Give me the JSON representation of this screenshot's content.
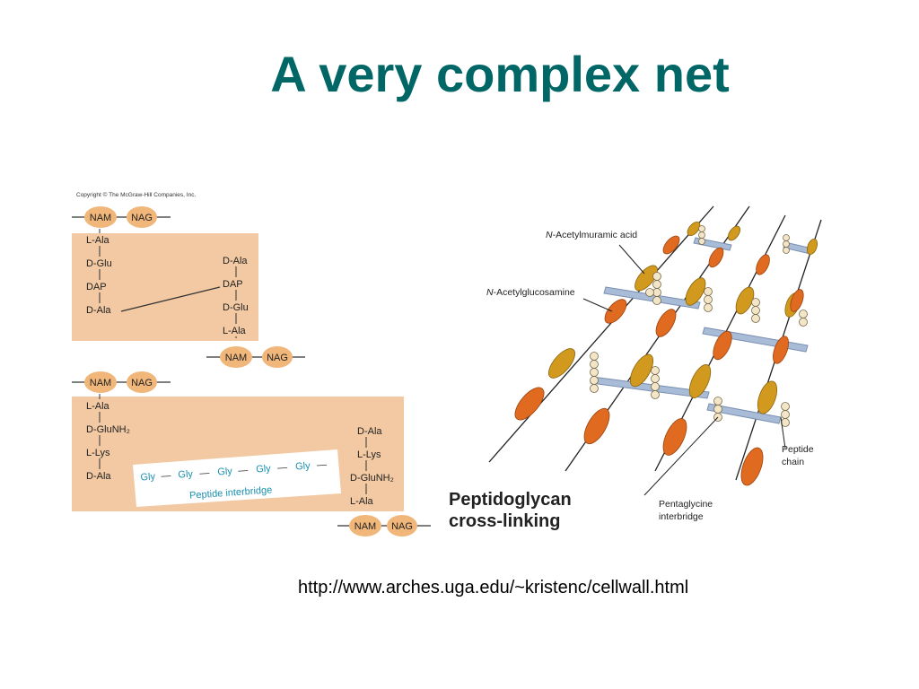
{
  "title": "A very complex net",
  "source_url": "http://www.arches.uga.edu/~kristenc/cellwall.html",
  "colors": {
    "title": "#006666",
    "panel": "#f2c9a2",
    "nam_nag": "#f0b67a",
    "interbridge": "#1a8fb0",
    "nam_oval": "#d19a1e",
    "nag_oval": "#e06a1f",
    "peptide_bar": "#a8bcd8"
  },
  "left_figure": {
    "copyright": "Copyright © The McGraw-Hill Companies, Inc.",
    "top": {
      "nam": "NAM",
      "nag": "NAG",
      "left_chain": [
        "L-Ala",
        "D-Glu",
        "DAP",
        "D-Ala"
      ],
      "right_chain": [
        "D-Ala",
        "DAP",
        "D-Glu",
        "L-Ala"
      ],
      "bottom_nam": "NAM",
      "bottom_nag": "NAG"
    },
    "bottom": {
      "nam": "NAM",
      "nag": "NAG",
      "left_chain": [
        "L-Ala",
        "D-GluNH₂",
        "L-Lys",
        "D-Ala"
      ],
      "right_chain": [
        "D-Ala",
        "L-Lys",
        "D-GluNH₂",
        "L-Ala"
      ],
      "gly": [
        "Gly",
        "Gly",
        "Gly",
        "Gly",
        "Gly"
      ],
      "interbridge_label": "Peptide interbridge",
      "bottom_nam": "NAM",
      "bottom_nag": "NAG"
    }
  },
  "right_figure": {
    "label_nam": "N-Acetylmuramic acid",
    "label_nam_prefix": "N",
    "label_nam_rest": "-Acetylmuramic acid",
    "label_nag_prefix": "N",
    "label_nag_rest": "-Acetylglucosamine",
    "label_peptide_1": "Peptide",
    "label_peptide_2": "chain",
    "label_penta_1": "Pentaglycine",
    "label_penta_2": "interbridge",
    "caption_1": "Peptidoglycan",
    "caption_2": "cross-linking"
  }
}
